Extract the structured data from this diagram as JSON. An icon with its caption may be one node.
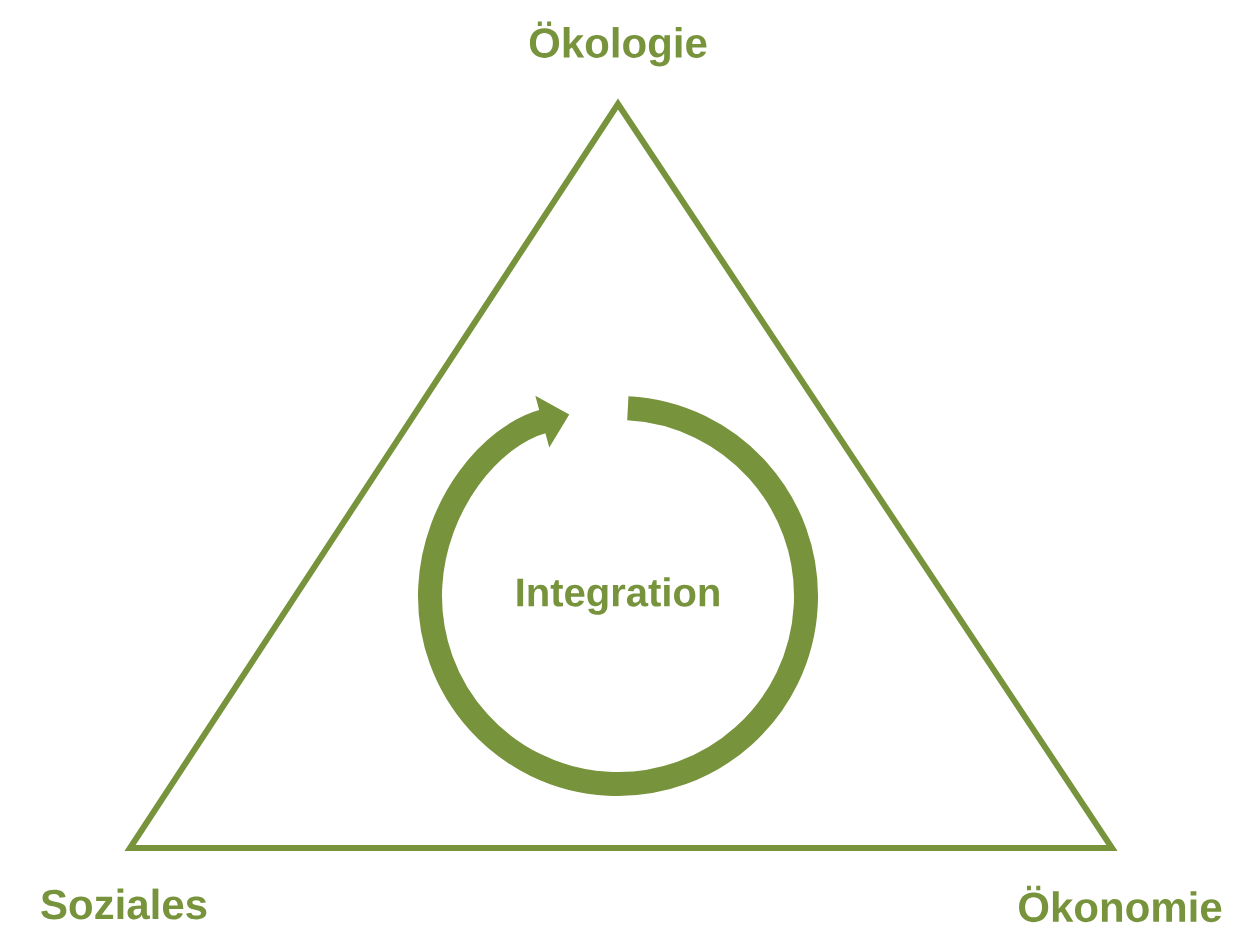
{
  "diagram": {
    "nodes": [
      {
        "text": [],
        "shape": "triangle"
      },
      {
        "text": [
          "Integration"
        ],
        "in": 0
      }
    ],
    "labels": [
      "Ökologie",
      "Soziales",
      "Ökonomie"
    ]
  }
}
